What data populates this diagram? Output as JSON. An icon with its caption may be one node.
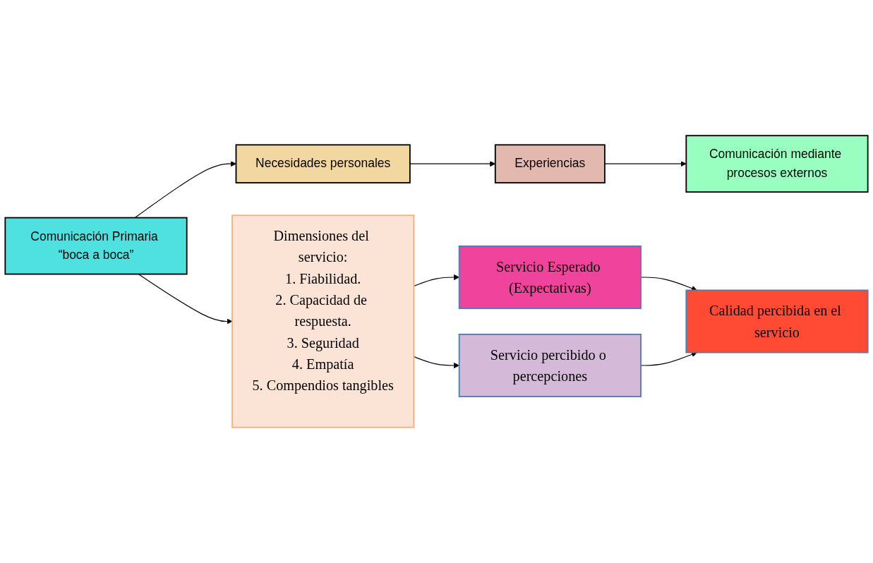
{
  "diagram": {
    "nodes": [
      {
        "text": [
          "Comunicación Primaria “boca a boca”"
        ]
      },
      {
        "text": [
          "Necesidades personales"
        ]
      },
      {
        "text": [
          "Experiencias"
        ]
      },
      {
        "text": [
          "Comunicación mediante procesos externos"
        ]
      },
      {
        "text": [
          "Dimensiones del servicio:",
          "1. Fiabilidad.",
          "2. Capacidad de respuesta.",
          "3. Seguridad",
          "4. Empatía",
          "5. Compendios tangibles"
        ]
      },
      {
        "text": [
          "Servicio Esperado (Expectativas)"
        ]
      },
      {
        "text": [
          "Servicio percibido o percepciones"
        ]
      },
      {
        "text": [
          "Calidad percibida en el servicio"
        ]
      }
    ],
    "edges": [
      {
        "from": 0,
        "to": 1,
        "arrow": "to"
      },
      {
        "from": 1,
        "to": 2,
        "arrow": "to"
      },
      {
        "from": 2,
        "to": 3,
        "arrow": "to"
      },
      {
        "from": 0,
        "to": 4,
        "arrow": "to"
      },
      {
        "from": 4,
        "to": 5,
        "arrow": "to"
      },
      {
        "from": 4,
        "to": 6,
        "arrow": "to"
      },
      {
        "from": 5,
        "to": 7,
        "arrow": "to"
      },
      {
        "from": 6,
        "to": 7,
        "arrow": "to"
      }
    ]
  }
}
